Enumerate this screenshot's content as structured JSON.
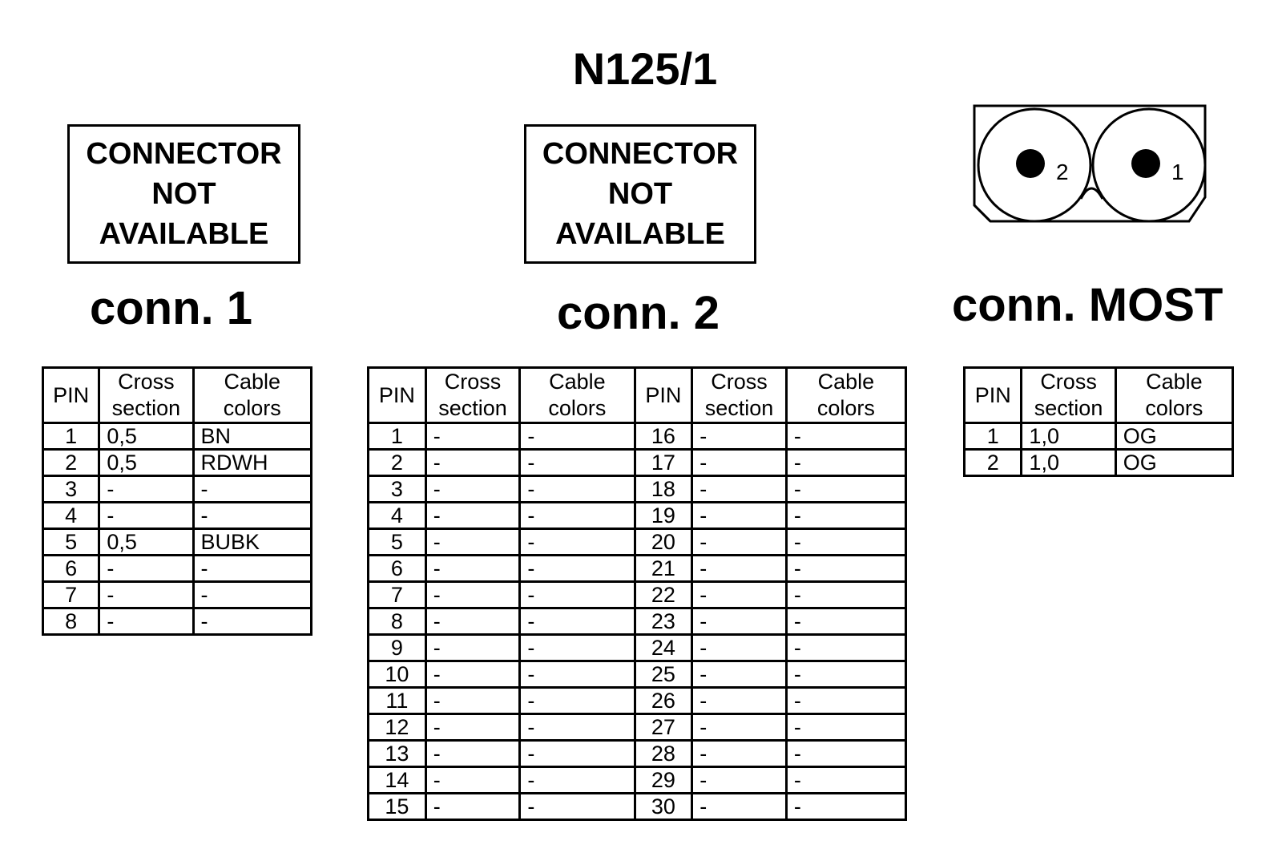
{
  "title": "N125/1",
  "conn1": {
    "image_text": [
      "CONNECTOR",
      "NOT",
      "AVAILABLE"
    ],
    "label": "conn. 1",
    "headers": [
      "PIN",
      "Cross section",
      "Cable colors"
    ],
    "rows": [
      [
        "1",
        "0,5",
        "BN"
      ],
      [
        "2",
        "0,5",
        "RDWH"
      ],
      [
        "3",
        "-",
        "-"
      ],
      [
        "4",
        "-",
        "-"
      ],
      [
        "5",
        "0,5",
        "BUBK"
      ],
      [
        "6",
        "-",
        "-"
      ],
      [
        "7",
        "-",
        "-"
      ],
      [
        "8",
        "-",
        "-"
      ]
    ]
  },
  "conn2": {
    "image_text": [
      "CONNECTOR",
      "NOT",
      "AVAILABLE"
    ],
    "label": "conn. 2",
    "headers": [
      "PIN",
      "Cross section",
      "Cable colors",
      "PIN",
      "Cross section",
      "Cable colors"
    ],
    "rows": [
      [
        "1",
        "-",
        "-",
        "16",
        "-",
        "-"
      ],
      [
        "2",
        "-",
        "-",
        "17",
        "-",
        "-"
      ],
      [
        "3",
        "-",
        "-",
        "18",
        "-",
        "-"
      ],
      [
        "4",
        "-",
        "-",
        "19",
        "-",
        "-"
      ],
      [
        "5",
        "-",
        "-",
        "20",
        "-",
        "-"
      ],
      [
        "6",
        "-",
        "-",
        "21",
        "-",
        "-"
      ],
      [
        "7",
        "-",
        "-",
        "22",
        "-",
        "-"
      ],
      [
        "8",
        "-",
        "-",
        "23",
        "-",
        "-"
      ],
      [
        "9",
        "-",
        "-",
        "24",
        "-",
        "-"
      ],
      [
        "10",
        "-",
        "-",
        "25",
        "-",
        "-"
      ],
      [
        "11",
        "-",
        "-",
        "26",
        "-",
        "-"
      ],
      [
        "12",
        "-",
        "-",
        "27",
        "-",
        "-"
      ],
      [
        "13",
        "-",
        "-",
        "28",
        "-",
        "-"
      ],
      [
        "14",
        "-",
        "-",
        "29",
        "-",
        "-"
      ],
      [
        "15",
        "-",
        "-",
        "30",
        "-",
        "-"
      ]
    ]
  },
  "most": {
    "label": "conn. MOST",
    "pin_labels": [
      "2",
      "1"
    ],
    "headers": [
      "PIN",
      "Cross section",
      "Cable colors"
    ],
    "rows": [
      [
        "1",
        "1,0",
        "OG"
      ],
      [
        "2",
        "1,0",
        "OG"
      ]
    ]
  }
}
